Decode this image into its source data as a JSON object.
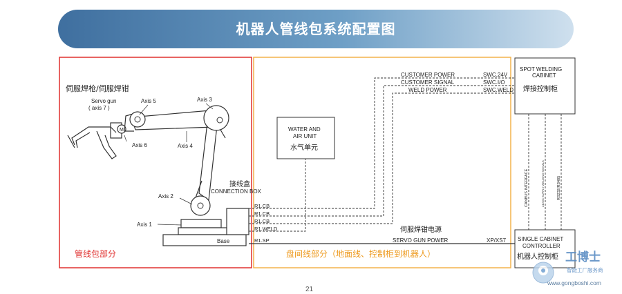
{
  "title": "机器人管线包系统配置图",
  "left_panel": {
    "label": "管线包部分",
    "subtitle": "伺服焊枪/伺服焊钳",
    "servo_gun": "Servo gun",
    "servo_gun_axis": "( axis 7 )",
    "motor": "M",
    "axes": [
      "Axis 1",
      "Axis 2",
      "Axis 3",
      "Axis 4",
      "Axis 5",
      "Axis 6"
    ],
    "base": "Base",
    "connection_box_cn": "接线盒",
    "connection_box_en": "CONNECTION BOX",
    "ports": [
      "R1.CB",
      "R1.CB",
      "R1.CB",
      "R1.WELD",
      "R1.SP"
    ]
  },
  "middle_panel": {
    "label": "盘间线部分（地面线、控制柜到机器人）",
    "water_en_1": "WATER AND",
    "water_en_2": "AIR UNIT",
    "water_cn": "水气单元",
    "signals": [
      "CUSTOMER POWER",
      "CUSTOMER SIGNAL",
      "WELD POWER"
    ],
    "signal_ports": [
      "SWC.24V",
      "SWC.I/O",
      "SWC.WELD"
    ],
    "servo_cn": "伺服焊钳电源",
    "servo_en": "SERVO GUN POWER",
    "servo_port": "XP/XS7"
  },
  "right_panel": {
    "spot_en_1": "SPOT WELDING",
    "spot_en_2": "CABINET",
    "spot_cn": "焊接控制柜",
    "vertical": [
      "CANBUS INTERFACE",
      "24VDC SUPPLY WELDING SIGNALS",
      "RS232/RS485"
    ],
    "ctrl_en_1": "SINGLE CABINET",
    "ctrl_en_2": "CONTROLLER",
    "ctrl_cn": "机器人控制柜"
  },
  "watermark": {
    "name": "工博士",
    "tagline": "智能工厂服务商",
    "url": "www.gongboshi.com"
  },
  "page_number": "21",
  "colors": {
    "red_frame": "#e0312f",
    "orange_frame": "#f3b24a",
    "orange_text": "#ee9a1e",
    "banner": "#4a7bab"
  }
}
